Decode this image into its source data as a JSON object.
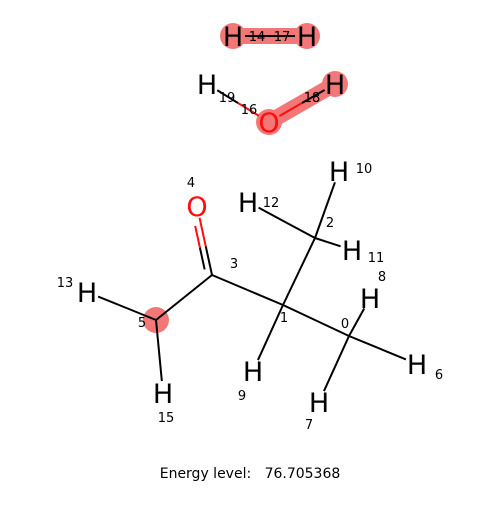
{
  "molecule": {
    "colors": {
      "bond": "#000000",
      "oxygen": "#ff0d0d",
      "hydrogen": "#000000",
      "highlight": "#f27777"
    },
    "atoms": [
      {
        "id": "0",
        "element": "C",
        "index_label": "0"
      },
      {
        "id": "1",
        "element": "C",
        "index_label": "1"
      },
      {
        "id": "2",
        "element": "C",
        "index_label": "2"
      },
      {
        "id": "3",
        "element": "C",
        "index_label": "3"
      },
      {
        "id": "4",
        "element": "O",
        "label": "O",
        "index_label": "4"
      },
      {
        "id": "5",
        "element": "C",
        "index_label": "5"
      },
      {
        "id": "6",
        "element": "H",
        "label": "H",
        "index_label": "6"
      },
      {
        "id": "7",
        "element": "H",
        "label": "H",
        "index_label": "7"
      },
      {
        "id": "8",
        "element": "H",
        "label": "H",
        "index_label": "8"
      },
      {
        "id": "9",
        "element": "H",
        "label": "H",
        "index_label": "9"
      },
      {
        "id": "10",
        "element": "H",
        "label": "H",
        "index_label": "10"
      },
      {
        "id": "11",
        "element": "H",
        "label": "H",
        "index_label": "11"
      },
      {
        "id": "12",
        "element": "H",
        "label": "H",
        "index_label": "12"
      },
      {
        "id": "13",
        "element": "H",
        "label": "H",
        "index_label": "13"
      },
      {
        "id": "14",
        "element": "H",
        "label": "H",
        "index_label": "14"
      },
      {
        "id": "15",
        "element": "H",
        "label": "H",
        "index_label": "15"
      },
      {
        "id": "16",
        "element": "O",
        "label": "O",
        "index_label": "16"
      },
      {
        "id": "17",
        "element": "H",
        "label": "H",
        "index_label": "17"
      },
      {
        "id": "18",
        "element": "H",
        "label": "H",
        "index_label": "18"
      },
      {
        "id": "19",
        "element": "H",
        "label": "H",
        "index_label": "19"
      }
    ],
    "bonds": [
      {
        "a": "3",
        "b": "4",
        "order": 2
      },
      {
        "a": "3",
        "b": "5",
        "order": 1
      },
      {
        "a": "3",
        "b": "1",
        "order": 1
      },
      {
        "a": "1",
        "b": "2",
        "order": 1
      },
      {
        "a": "1",
        "b": "0",
        "order": 1
      },
      {
        "a": "1",
        "b": "9",
        "order": 1
      },
      {
        "a": "5",
        "b": "13",
        "order": 1
      },
      {
        "a": "5",
        "b": "15",
        "order": 1
      },
      {
        "a": "2",
        "b": "10",
        "order": 1
      },
      {
        "a": "2",
        "b": "11",
        "order": 1
      },
      {
        "a": "2",
        "b": "12",
        "order": 1
      },
      {
        "a": "0",
        "b": "6",
        "order": 1
      },
      {
        "a": "0",
        "b": "7",
        "order": 1
      },
      {
        "a": "0",
        "b": "8",
        "order": 1
      },
      {
        "a": "14",
        "b": "17",
        "order": 1
      },
      {
        "a": "16",
        "b": "18",
        "order": 1
      },
      {
        "a": "16",
        "b": "19",
        "order": 1
      }
    ],
    "highlighted_atoms": [
      "5",
      "14",
      "16",
      "17",
      "18"
    ],
    "highlighted_bonds": [
      [
        "14",
        "17"
      ],
      [
        "16",
        "18"
      ]
    ]
  },
  "caption": {
    "label": "Energy level:",
    "value": "76.705368"
  }
}
